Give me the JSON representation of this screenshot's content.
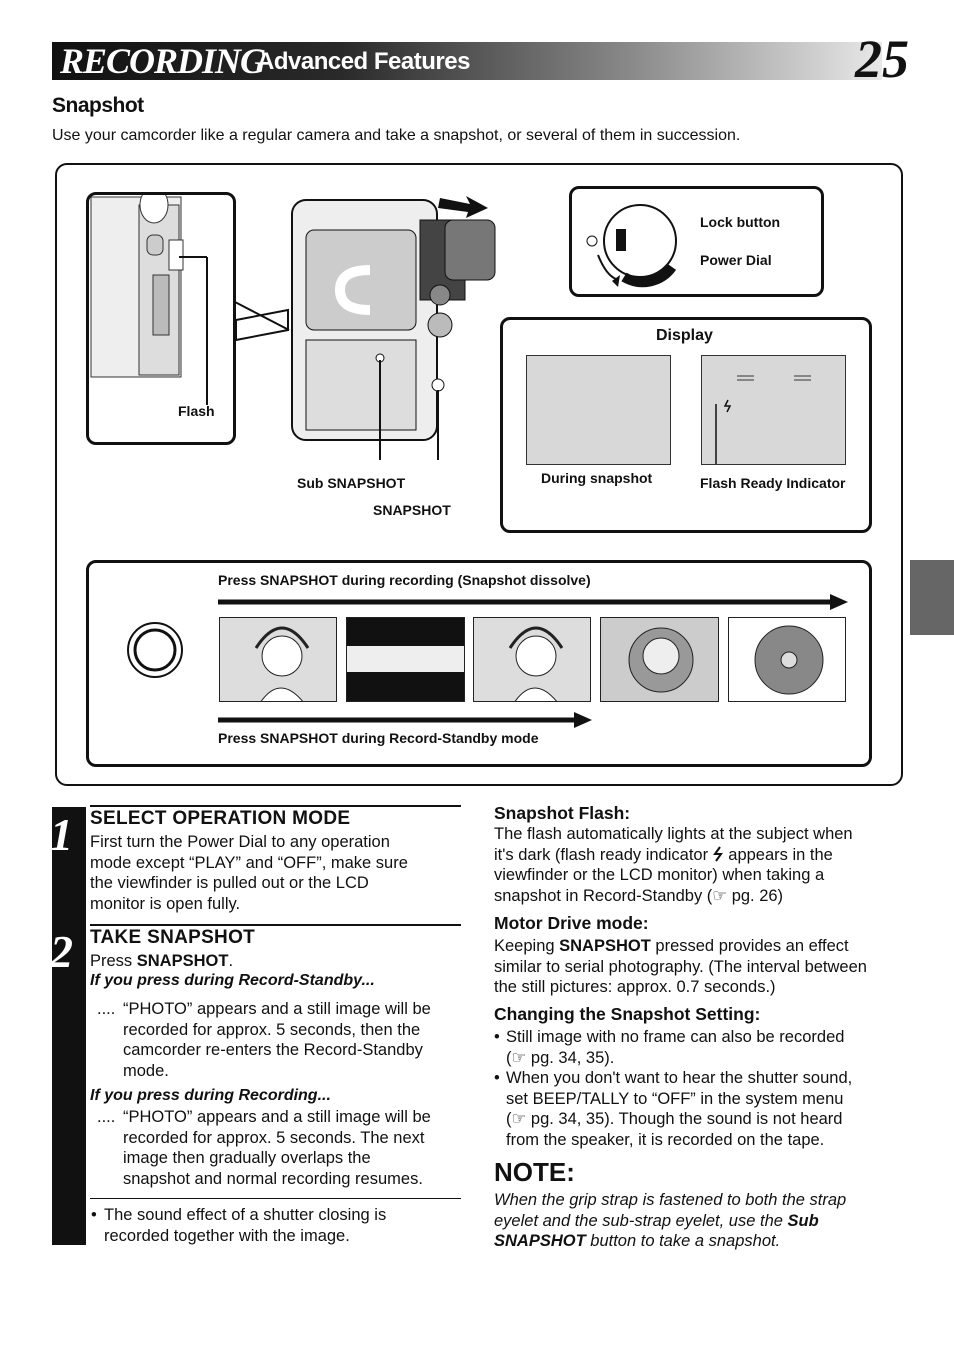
{
  "header": {
    "section": "RECORDING",
    "subtitle": "Advanced Features",
    "page_number": "25"
  },
  "section_heading": "Snapshot",
  "intro": "Use your camcorder like a regular camera and take a snapshot, or several of them in succession.",
  "diagram": {
    "labels": {
      "flash": "Flash",
      "sub_snapshot": "Sub SNAPSHOT",
      "snapshot": "SNAPSHOT",
      "lock_button": "Lock button",
      "power_dial": "Power Dial",
      "display": "Display",
      "during_snapshot": "During snapshot",
      "flash_ready": "Flash Ready Indicator",
      "press_recording": "Press SNAPSHOT during recording (Snapshot dissolve)",
      "press_standby": "Press SNAPSHOT during Record-Standby mode"
    }
  },
  "steps": [
    {
      "number": "1",
      "title": "SELECT OPERATION MODE",
      "lines": [
        "First turn the Power Dial to any operation",
        "mode except “PLAY” and “OFF”, make sure",
        "the viewfinder is pulled out or the LCD",
        "monitor is open fully."
      ]
    },
    {
      "number": "2",
      "title": "TAKE SNAPSHOT",
      "press_prefix": "Press ",
      "press_bold": "SNAPSHOT",
      "press_suffix": ".",
      "case1_title": "If you press during Record-Standby...",
      "case1_dots": "....",
      "case1_lines": [
        "“PHOTO” appears and a still image will be",
        "recorded for approx. 5 seconds, then the",
        "camcorder re-enters the Record-Standby",
        "mode."
      ],
      "case2_title": "If you press during Recording...",
      "case2_dots": "....",
      "case2_lines": [
        "“PHOTO” appears and a still image will be",
        "recorded for approx. 5 seconds. The next",
        "image then gradually overlaps the",
        "snapshot and normal recording resumes."
      ]
    }
  ],
  "bullet_bottom": {
    "bullet": "•",
    "lines": [
      "The sound effect of a shutter closing is",
      "recorded together with the image."
    ]
  },
  "right_column": {
    "flash_title": "Snapshot Flash:",
    "flash_lines": [
      "The flash automatically lights at the subject when",
      "it's dark (flash ready indicator",
      "appears in the",
      "viewfinder or the LCD monitor) when taking a",
      "snapshot in Record-Standby (",
      "pg. 26)"
    ],
    "motor_title": "Motor Drive mode:",
    "motor_prefix": "Keeping ",
    "motor_bold": "SNAPSHOT",
    "motor_suffix": " pressed provides an effect",
    "motor_lines": [
      "similar to serial photography. (The interval between",
      "the still pictures: approx. 0.7 seconds.)"
    ],
    "change_title": "Changing the Snapshot Setting:",
    "bullets": [
      {
        "lines": [
          "Still image with no frame can also be recorded",
          "pg. 34, 35)."
        ]
      },
      {
        "lines": [
          "When you don't want to hear the shutter sound,",
          "set BEEP/TALLY to “OFF” in the system menu",
          "pg. 34, 35). Though the sound is not heard",
          "from the speaker, it is recorded on the tape."
        ]
      }
    ],
    "note_title": "NOTE:",
    "note_l1": "When the grip strap is fastened to both the strap",
    "note_l2_a": "eyelet and the sub-strap eyelet, use the ",
    "note_l2_b": "Sub",
    "note_l3_a": "SNAPSHOT",
    "note_l3_b": "  button to take a snapshot."
  },
  "symbols": {
    "ref_icon": "☞",
    "open_paren": "(",
    "bullet": "•"
  }
}
